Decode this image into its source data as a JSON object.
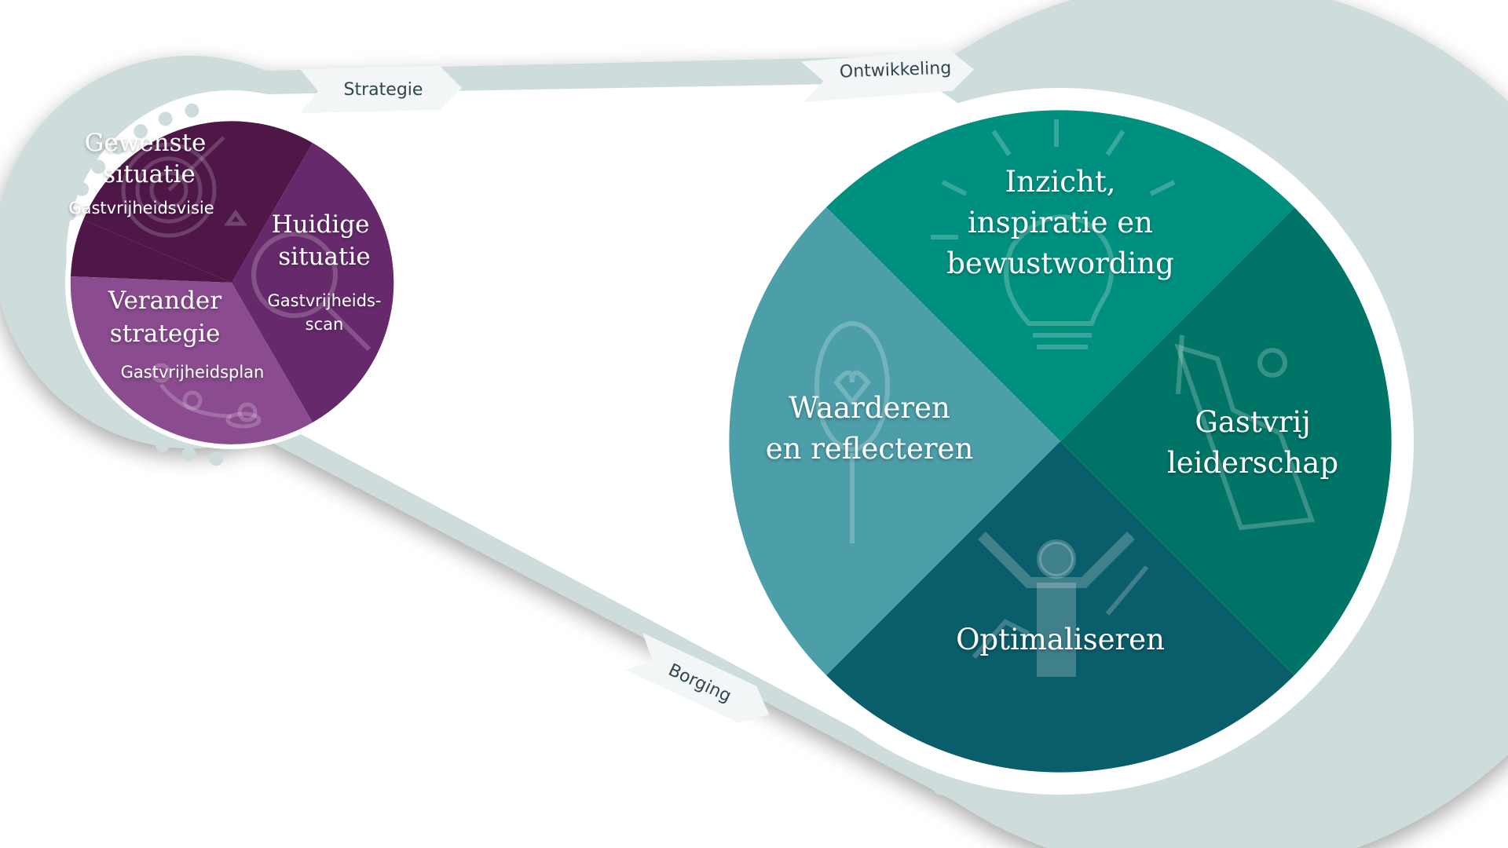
{
  "belt": {
    "color": "#cfdcdc",
    "labels": {
      "strategy": "Strategie",
      "development": "Ontwikkeling",
      "assurance": "Borging"
    }
  },
  "small_wheel": {
    "segments": [
      {
        "id": "desired",
        "title_1": "Gewenste",
        "title_2": "situatie",
        "subtitle_1": "Gastvrijheidsvisie",
        "color": "#4e1748",
        "icon": "target-arrow-icon"
      },
      {
        "id": "current",
        "title_1": "Huidige",
        "title_2": "situatie",
        "subtitle_1": "Gastvrijheids-",
        "subtitle_2": "scan",
        "color": "#662a6c",
        "icon": "magnifier-icon"
      },
      {
        "id": "change",
        "title_1": "Verander",
        "title_2": "strategie",
        "subtitle_1": "Gastvrijheidsplan",
        "color": "#8a4b8f",
        "icon": "strategy-board-icon"
      }
    ]
  },
  "big_wheel": {
    "segments": [
      {
        "id": "insight",
        "line_1": "Inzicht,",
        "line_2": "inspiratie en",
        "line_3": "bewustwording",
        "color": "#00907f",
        "icon": "lightbulb-icon"
      },
      {
        "id": "leadership",
        "line_1": "Gastvrij",
        "line_2": "leiderschap",
        "color": "#007466",
        "icon": "climbing-team-icon"
      },
      {
        "id": "optimise",
        "line_1": "Optimaliseren",
        "color": "#0a5d6a",
        "icon": "person-growth-icon"
      },
      {
        "id": "appreciate",
        "line_1": "Waarderen",
        "line_2": "en reflecteren",
        "color": "#4c9ea9",
        "icon": "mirror-icon"
      }
    ]
  }
}
